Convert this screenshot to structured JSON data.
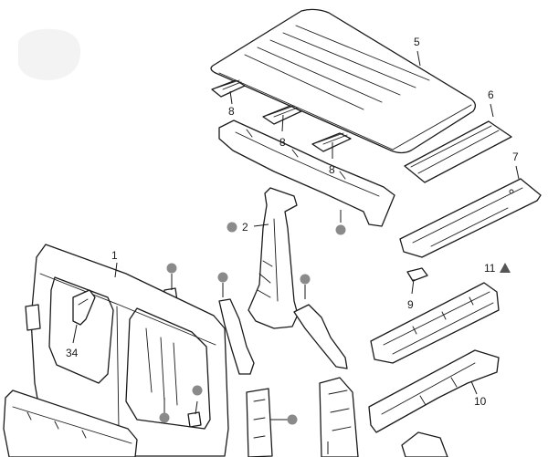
{
  "callouts": {
    "c1": "1",
    "c2": "2",
    "c5": "5",
    "c6": "6",
    "c7": "7",
    "c8a": "8",
    "c8b": "8",
    "c8c": "8",
    "c9": "9",
    "c10": "10",
    "c11": "11",
    "c34": "34"
  },
  "colors": {
    "line": "#1a1a1a",
    "marker_dot": "#8a8a8a",
    "marker_triangle": "#555555"
  }
}
